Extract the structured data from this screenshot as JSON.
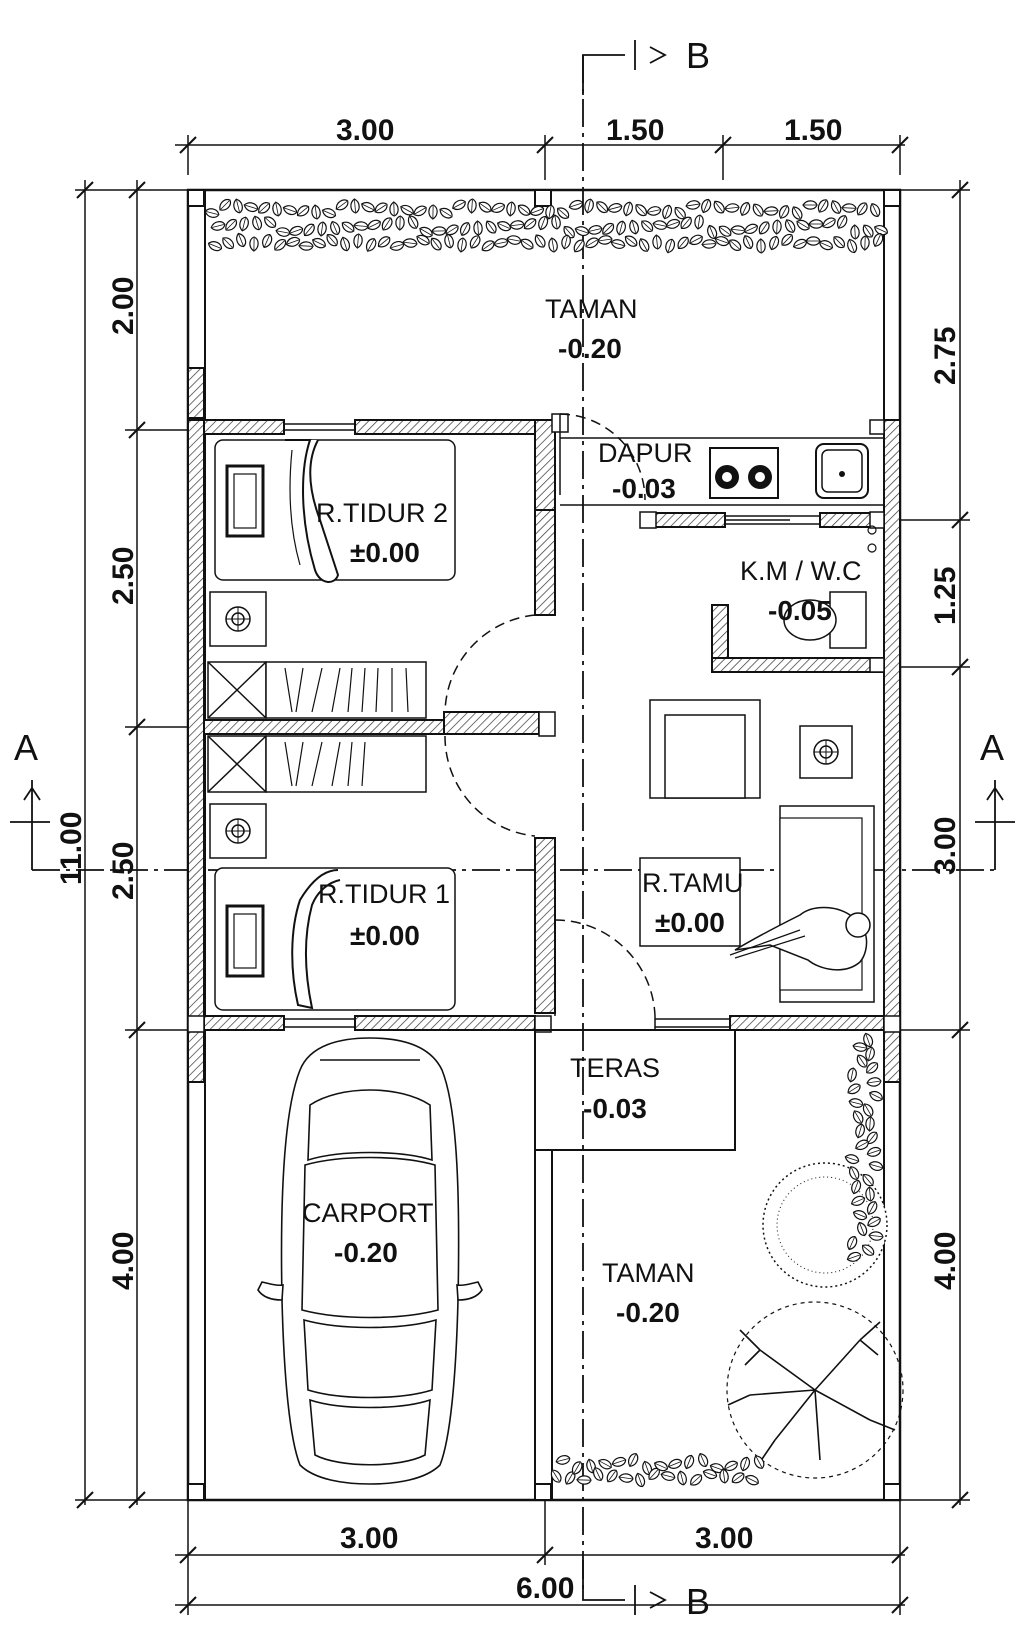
{
  "plan": {
    "dimensions": {
      "top": [
        "3.00",
        "1.50",
        "1.50"
      ],
      "bottom": [
        "3.00",
        "3.00"
      ],
      "total_width": "6.00",
      "left": [
        "2.00",
        "2.50",
        "2.50",
        "4.00"
      ],
      "left_total": "11.00",
      "right": [
        "2.75",
        "1.25",
        "3.00",
        "4.00"
      ]
    },
    "section_marks": {
      "b_top": "B",
      "b_bottom": "B",
      "a_left": "A",
      "a_right": "A"
    },
    "rooms": {
      "taman_top": {
        "name": "TAMAN",
        "level": "-0.20"
      },
      "dapur": {
        "name": "DAPUR",
        "level": "-0.03"
      },
      "bedroom2": {
        "name": "R.TIDUR 2",
        "level": "±0.00"
      },
      "bathroom": {
        "name": "K.M / W.C",
        "level": "-0.05"
      },
      "bedroom1": {
        "name": "R.TIDUR 1",
        "level": "±0.00"
      },
      "living": {
        "name": "R.TAMU",
        "level": "±0.00"
      },
      "teras": {
        "name": "TERAS",
        "level": "-0.03"
      },
      "carport": {
        "name": "CARPORT",
        "level": "-0.20"
      },
      "taman_bottom": {
        "name": "TAMAN",
        "level": "-0.20"
      }
    }
  }
}
